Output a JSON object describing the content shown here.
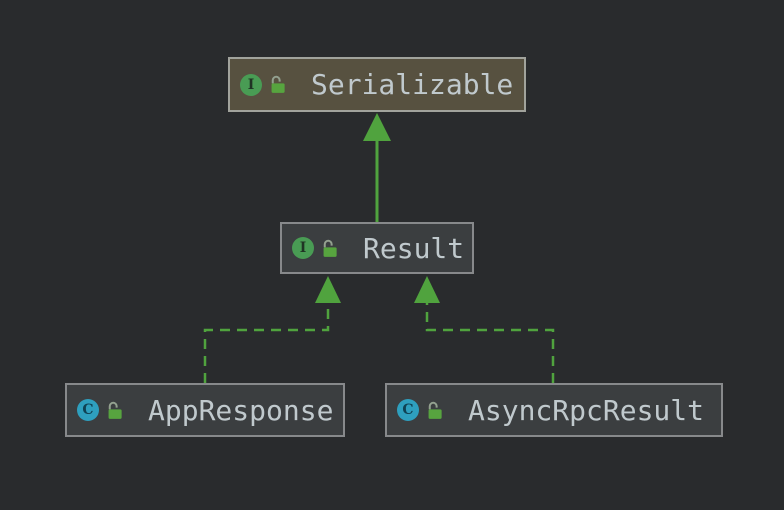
{
  "diagram": {
    "type": "uml-class-hierarchy",
    "nodes": [
      {
        "id": "serializable",
        "label": "Serializable",
        "kind": "interface",
        "icon_letter": "I",
        "selected": true
      },
      {
        "id": "result",
        "label": "Result",
        "kind": "interface",
        "icon_letter": "I",
        "selected": false
      },
      {
        "id": "appresponse",
        "label": "AppResponse",
        "kind": "class",
        "icon_letter": "C",
        "selected": false
      },
      {
        "id": "asyncrpcresult",
        "label": "AsyncRpcResult",
        "kind": "class",
        "icon_letter": "C",
        "selected": false
      }
    ],
    "edges": [
      {
        "from": "Result",
        "to": "Serializable",
        "relation": "extends",
        "line_style": "solid"
      },
      {
        "from": "AppResponse",
        "to": "Result",
        "relation": "implements",
        "line_style": "dashed"
      },
      {
        "from": "AsyncRpcResult",
        "to": "Result",
        "relation": "implements",
        "line_style": "dashed"
      }
    ],
    "colors": {
      "canvas_bg": "#292B2D",
      "node_bg": "#3B3E40",
      "selected_node_bg": "#575140",
      "node_border": "#87898B",
      "selected_node_border": "#A1A39C",
      "arrow_green": "#50A33E",
      "interface_icon_green": "#499C54",
      "class_icon_blue": "#2E9FBE",
      "lock_body_green": "#57A43F",
      "lock_shackle_gray": "#93A08F",
      "label_text": "#C0C9CD"
    }
  }
}
